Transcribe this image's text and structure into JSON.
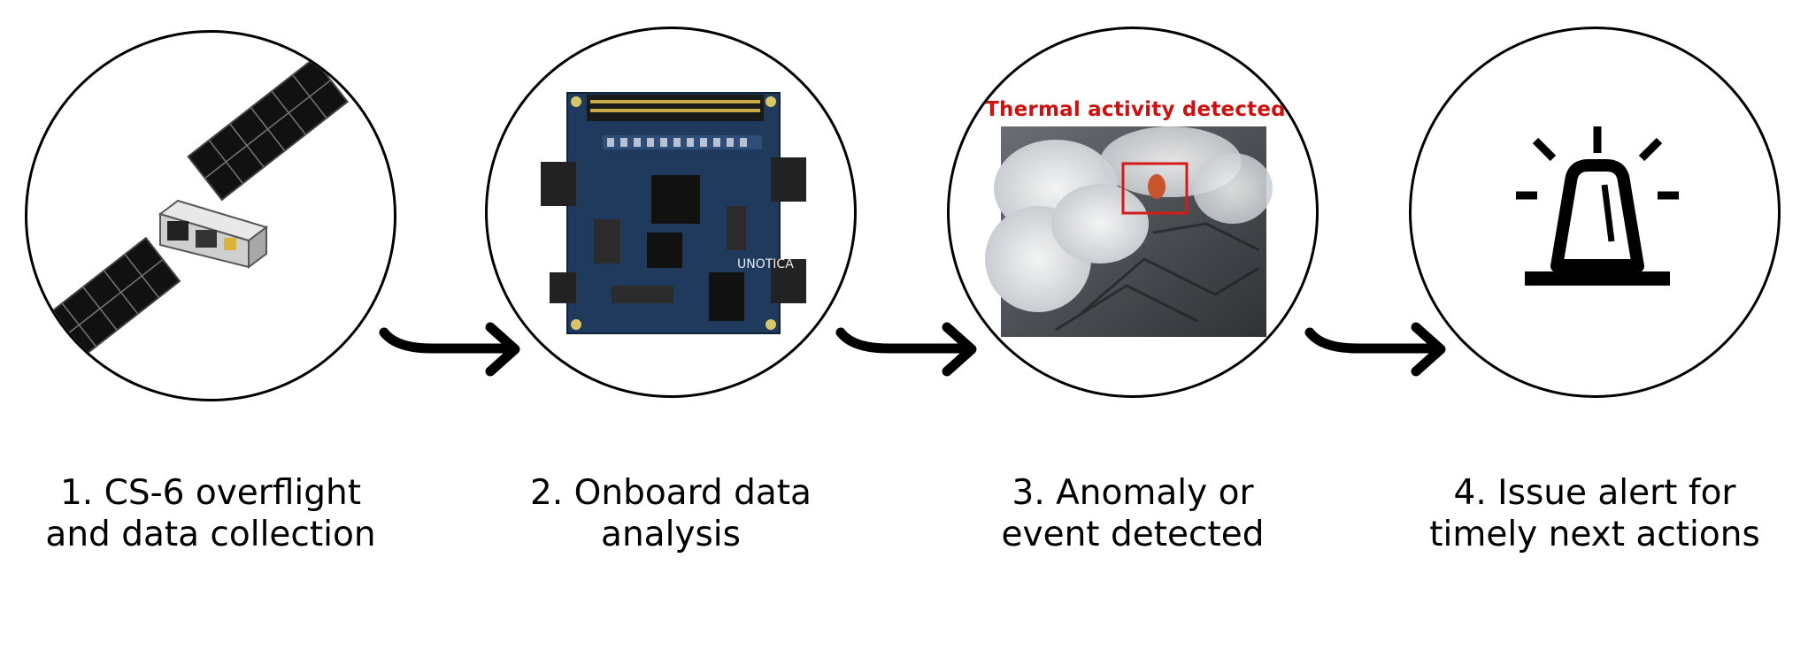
{
  "steps": [
    {
      "line1": "1. CS-6 overflight",
      "line2": "and data collection",
      "icon": "satellite-icon"
    },
    {
      "line1": "2. Onboard data",
      "line2": "analysis",
      "icon": "circuit-board-icon"
    },
    {
      "line1": "3. Anomaly or",
      "line2": "event detected",
      "icon": "volcano-image"
    },
    {
      "line1": "4. Issue alert for",
      "line2": "timely next actions",
      "icon": "alarm-beacon-icon"
    }
  ],
  "detection": {
    "label": "Thermal activity detected",
    "label_color": "#cc1111",
    "box_color": "#d61a1a"
  },
  "board": {
    "logo": "UNOTICA"
  },
  "colors": {
    "outline": "#000000",
    "board_blue": "#1f3a5c",
    "panel_black": "#111111"
  }
}
